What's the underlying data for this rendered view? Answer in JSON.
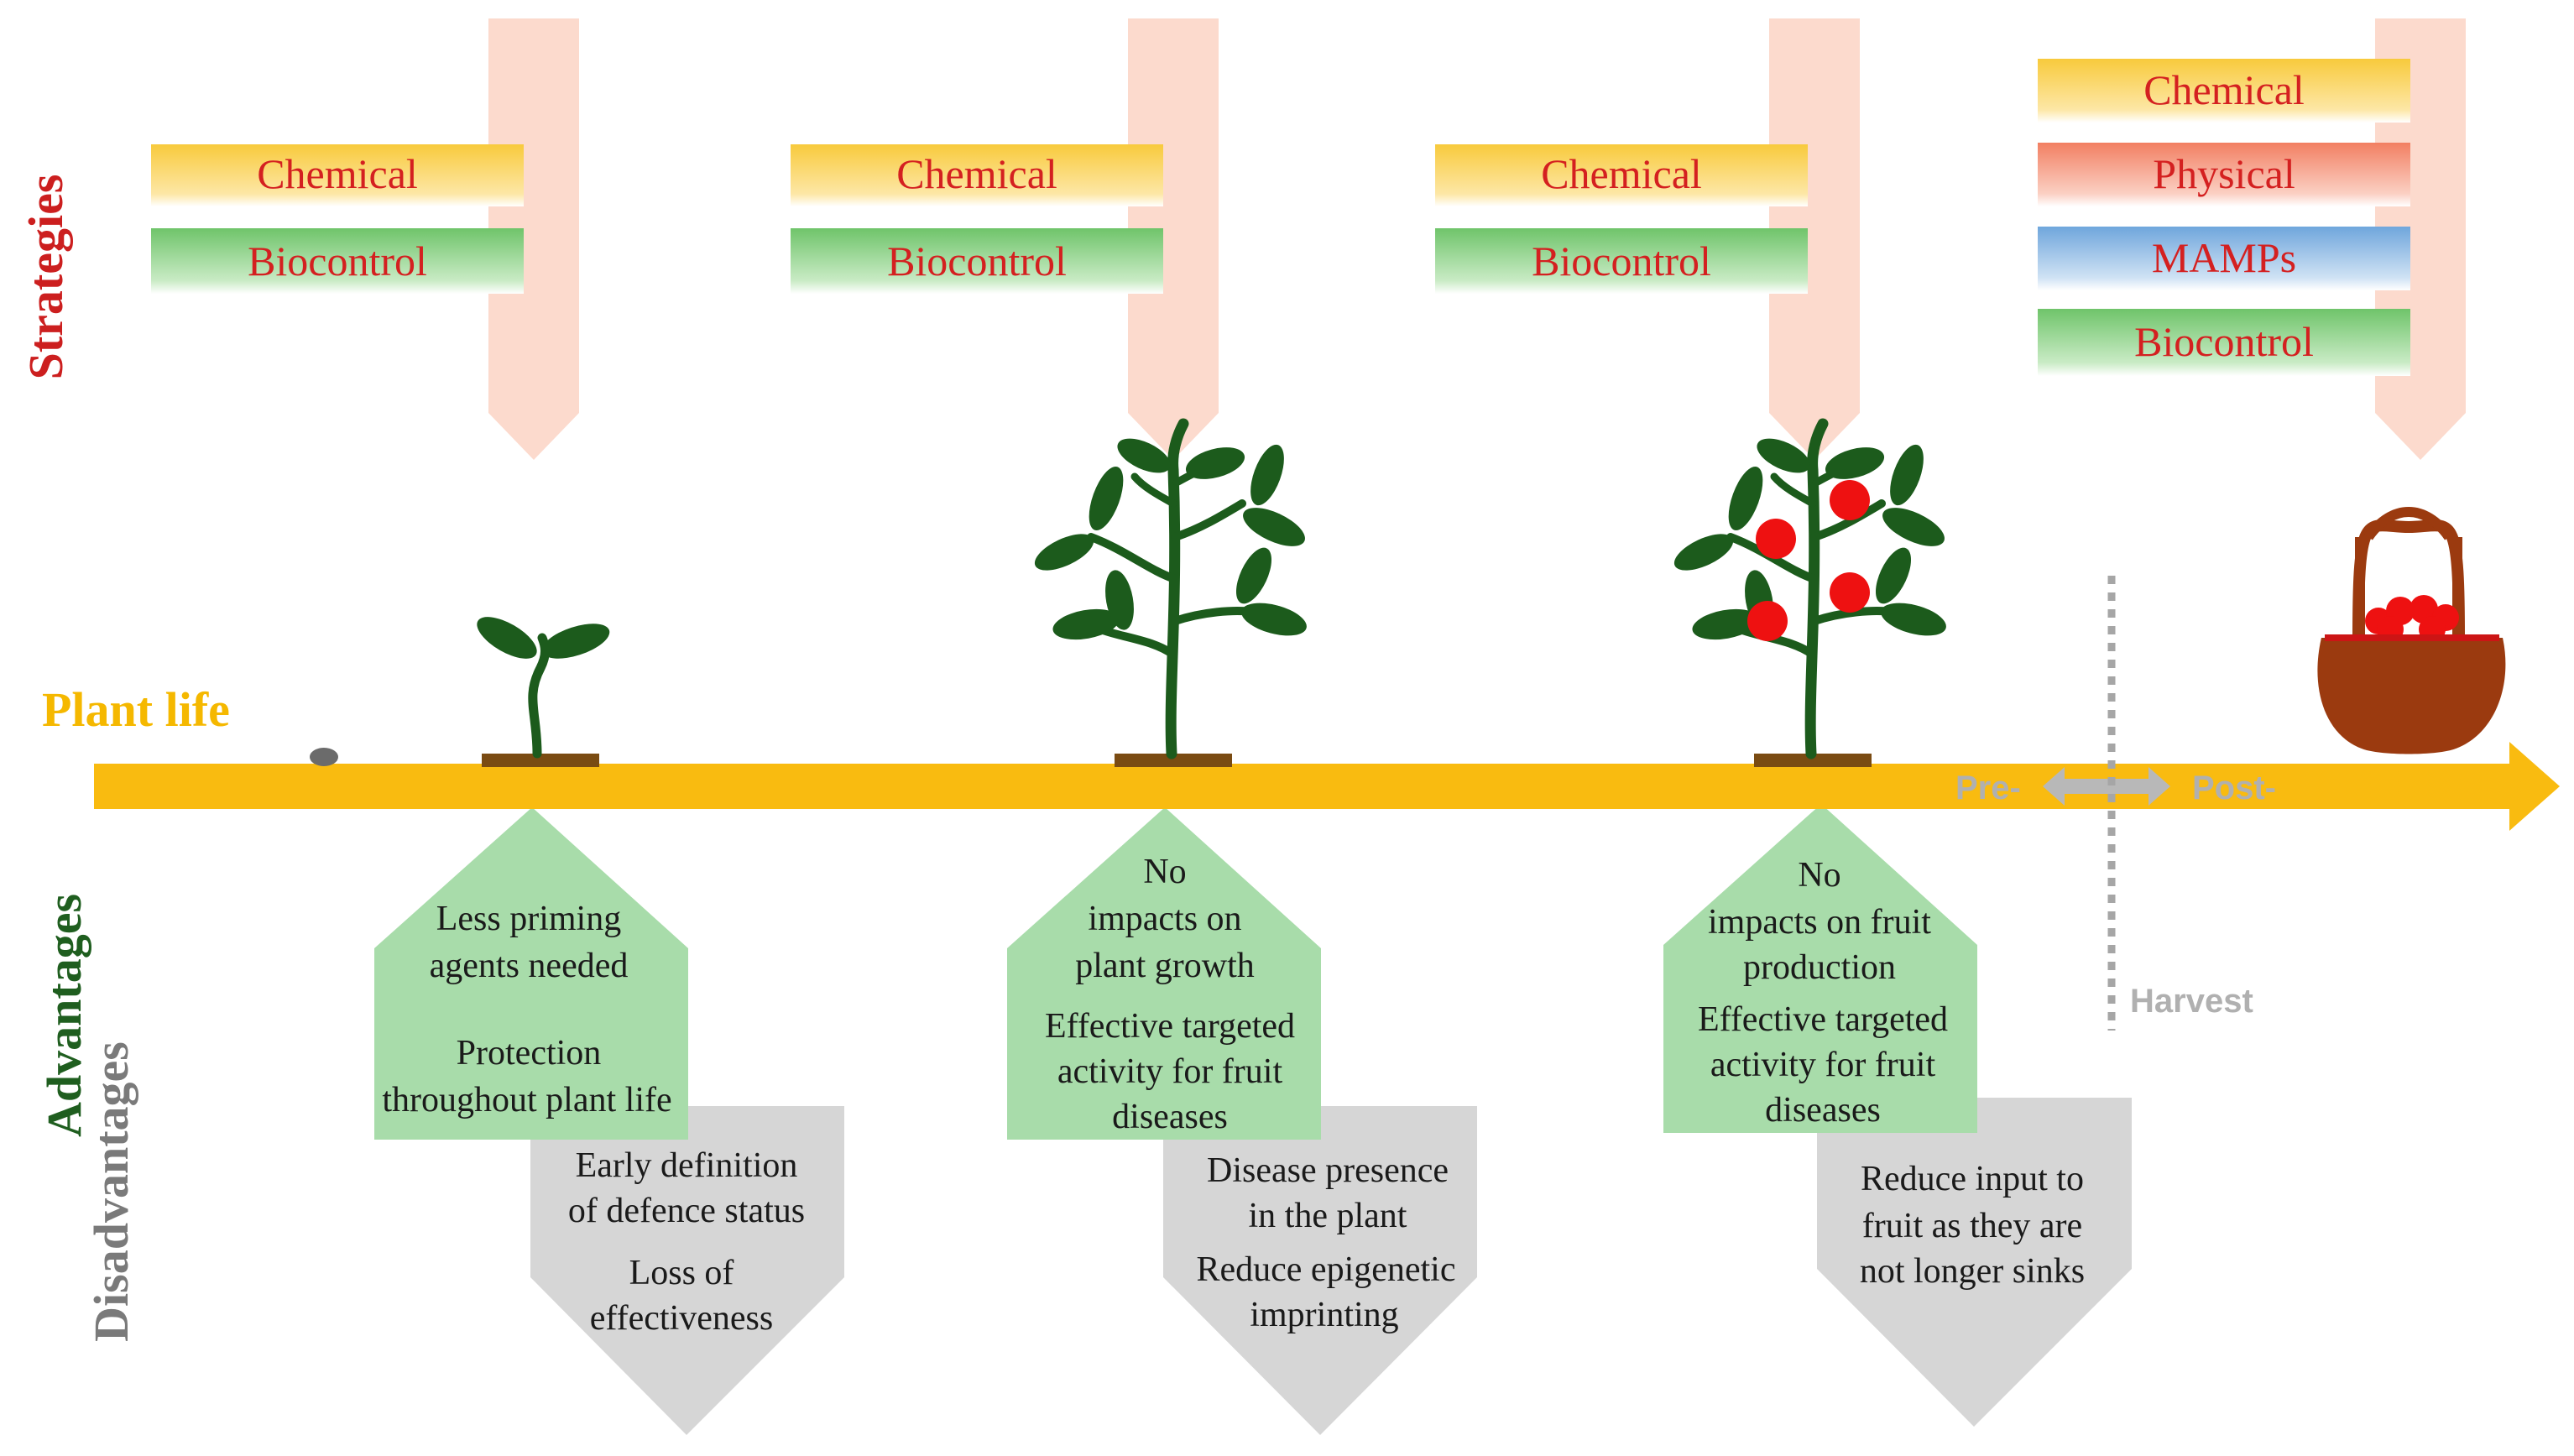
{
  "axis": {
    "strategies_title": "Strategies",
    "plant_life_label": "Plant life",
    "advantages_title": "Advantages",
    "disadvantages_title": "Disadvantages",
    "pre_label": "Pre-",
    "post_label": "Post-",
    "harvest_label": "Harvest"
  },
  "stages": [
    {
      "id": "seedling",
      "strategies": [
        "Chemical",
        "Biocontrol"
      ],
      "advantages": [
        "Less priming",
        "agents needed",
        "",
        "Protection",
        "throughout plant life"
      ],
      "disadvantages": [
        "Early definition",
        "of defence status",
        "",
        "Loss of",
        "effectiveness"
      ]
    },
    {
      "id": "vegetative",
      "strategies": [
        "Chemical",
        "Biocontrol"
      ],
      "advantages": [
        "No",
        "impacts on",
        "plant growth",
        "Effective targeted",
        "activity for fruit",
        "diseases"
      ],
      "disadvantages": [
        "Disease presence",
        "in the plant",
        "Reduce epigenetic",
        "imprinting"
      ]
    },
    {
      "id": "fruiting",
      "strategies": [
        "Chemical",
        "Biocontrol"
      ],
      "advantages": [
        "No",
        "impacts on fruit",
        "production",
        "Effective targeted",
        "activity for fruit",
        "diseases"
      ],
      "disadvantages": [
        "Reduce input to",
        "fruit as they are",
        "not longer sinks"
      ]
    },
    {
      "id": "post-harvest",
      "strategies": [
        "Chemical",
        "Physical",
        "MAMPs",
        "Biocontrol"
      ]
    }
  ],
  "colors": {
    "strategy_text": "#d42020",
    "strategies_title": "#cc1f1f",
    "plant_life": "#f5b800",
    "advantages_title": "#1f5e1f",
    "disadvantages_title": "#7a7a7a",
    "timeline": "#f9bb10",
    "chemical": "#f9d15b",
    "biocontrol": "#8fcf88",
    "physical": "#f4957a",
    "mamps": "#8fb9e2",
    "advantage_box": "#a8dcaa",
    "disadvantage_box": "#d6d6d6",
    "pointer": "#fbd3c4",
    "plant": "#1c5b1c",
    "fruit": "#ee1111",
    "basket": "#9b3a0f"
  }
}
